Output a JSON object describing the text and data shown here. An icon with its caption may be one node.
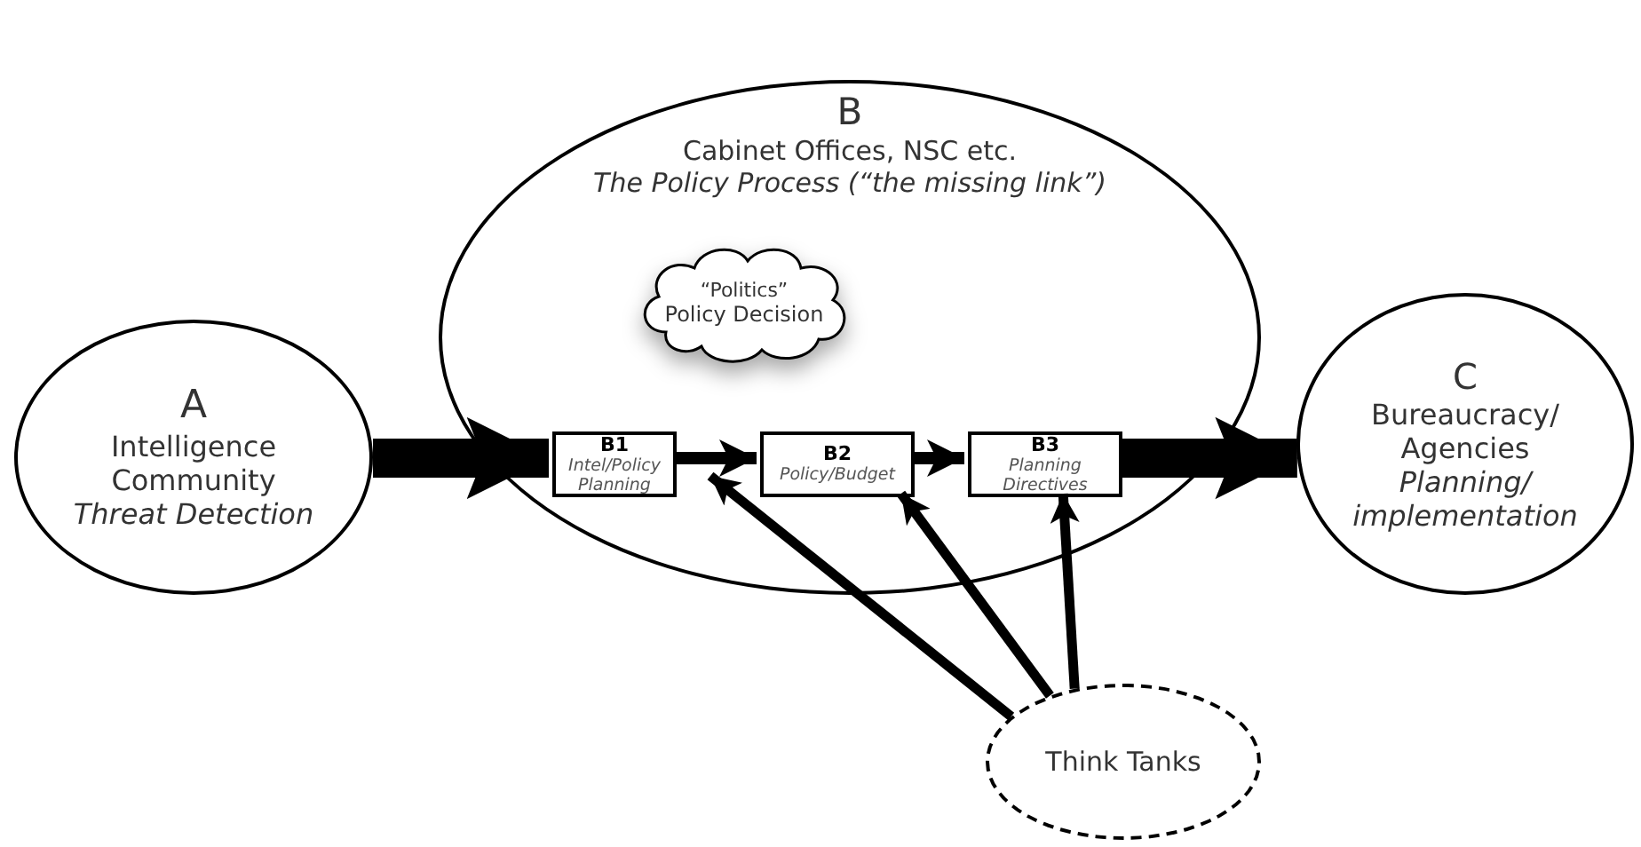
{
  "diagram": {
    "nodes": [
      {
        "text": [
          "A",
          "Intelligence Community",
          "Threat Detection"
        ]
      },
      {
        "text": [
          "B",
          "Cabinet Offices, NSC etc.",
          "The Policy Process (“the missing link”)"
        ]
      },
      {
        "text": [
          "“Politics”",
          "Policy Decision"
        ],
        "in": 1
      },
      {
        "text": [
          "B1",
          "Intel/Policy Planning"
        ],
        "in": 1
      },
      {
        "text": [
          "B2",
          "Policy/Budget"
        ],
        "in": 1
      },
      {
        "text": [
          "B3",
          "Planning Directives"
        ],
        "in": 1
      },
      {
        "text": [
          "C",
          "Bureaucracy/ Agencies",
          "Planning/ implementation"
        ]
      },
      {
        "text": [
          "Think Tanks"
        ]
      }
    ],
    "edges": [
      {
        "from": 0,
        "to": 3,
        "arrow": "to",
        "style": "thick"
      },
      {
        "from": 3,
        "to": 4,
        "arrow": "to"
      },
      {
        "from": 4,
        "to": 5,
        "arrow": "to"
      },
      {
        "from": 5,
        "to": 6,
        "arrow": "to",
        "style": "thick"
      },
      {
        "from": 7,
        "to": 3,
        "arrow": "to"
      },
      {
        "from": 7,
        "to": 4,
        "arrow": "to"
      },
      {
        "from": 7,
        "to": 5,
        "arrow": "to"
      }
    ]
  }
}
